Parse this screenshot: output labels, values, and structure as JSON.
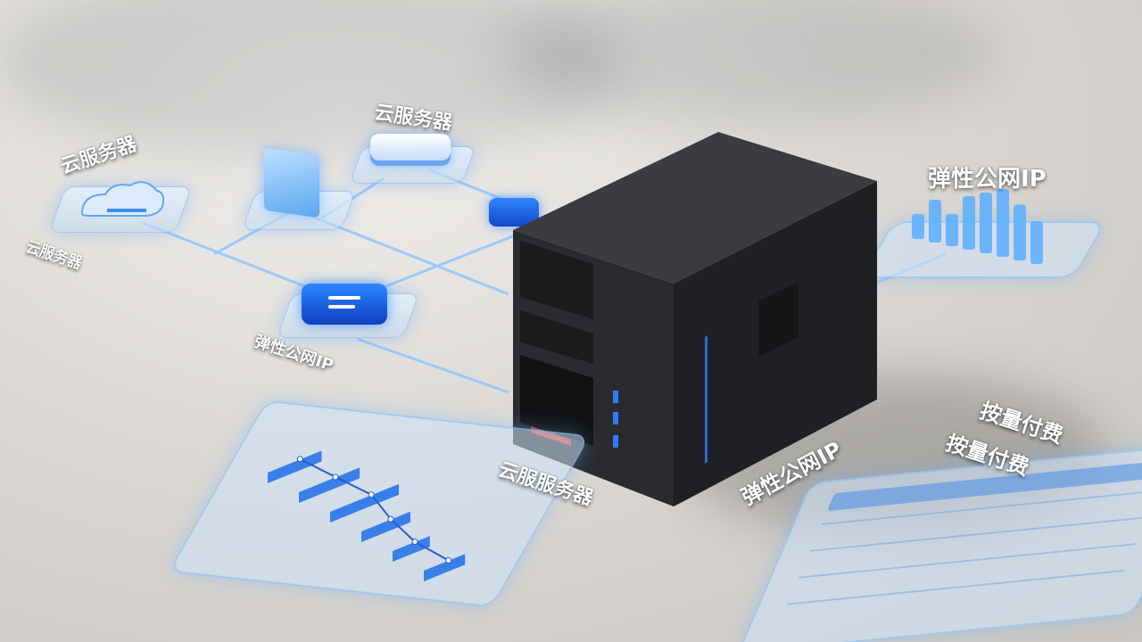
{
  "labels": {
    "cloud_server_top": "云服务器",
    "cloud_server_left": "云服务器",
    "cloud_server_left_mirror": "云服务器",
    "elastic_ip_small": "弹性公网IP",
    "elastic_ip_right": "弹性公网IP",
    "elastic_ip_front": "弹性公网IP",
    "cloud_server_front": "云服服务器",
    "pay_as_you_go_1": "按量付费",
    "pay_as_you_go_2": "按量付费"
  },
  "colors": {
    "accent_blue": "#1f6fe8",
    "glow_blue": "#5fb0ff",
    "server_body": "#2b2d31"
  },
  "icons": {
    "cloud": "cloud-icon",
    "rack_box": "server-box-icon",
    "server_tile": "server-tile-icon",
    "elastic_ip_chip": "elastic-ip-icon",
    "bar_chart": "bar-chart-icon"
  },
  "chart_front": {
    "bars": [
      0.55,
      0.62,
      0.7,
      0.5,
      0.38,
      0.42
    ]
  },
  "chart_right": {
    "bars": [
      0.35,
      0.6,
      0.45,
      0.75,
      0.85,
      0.95,
      0.78,
      0.6
    ]
  }
}
